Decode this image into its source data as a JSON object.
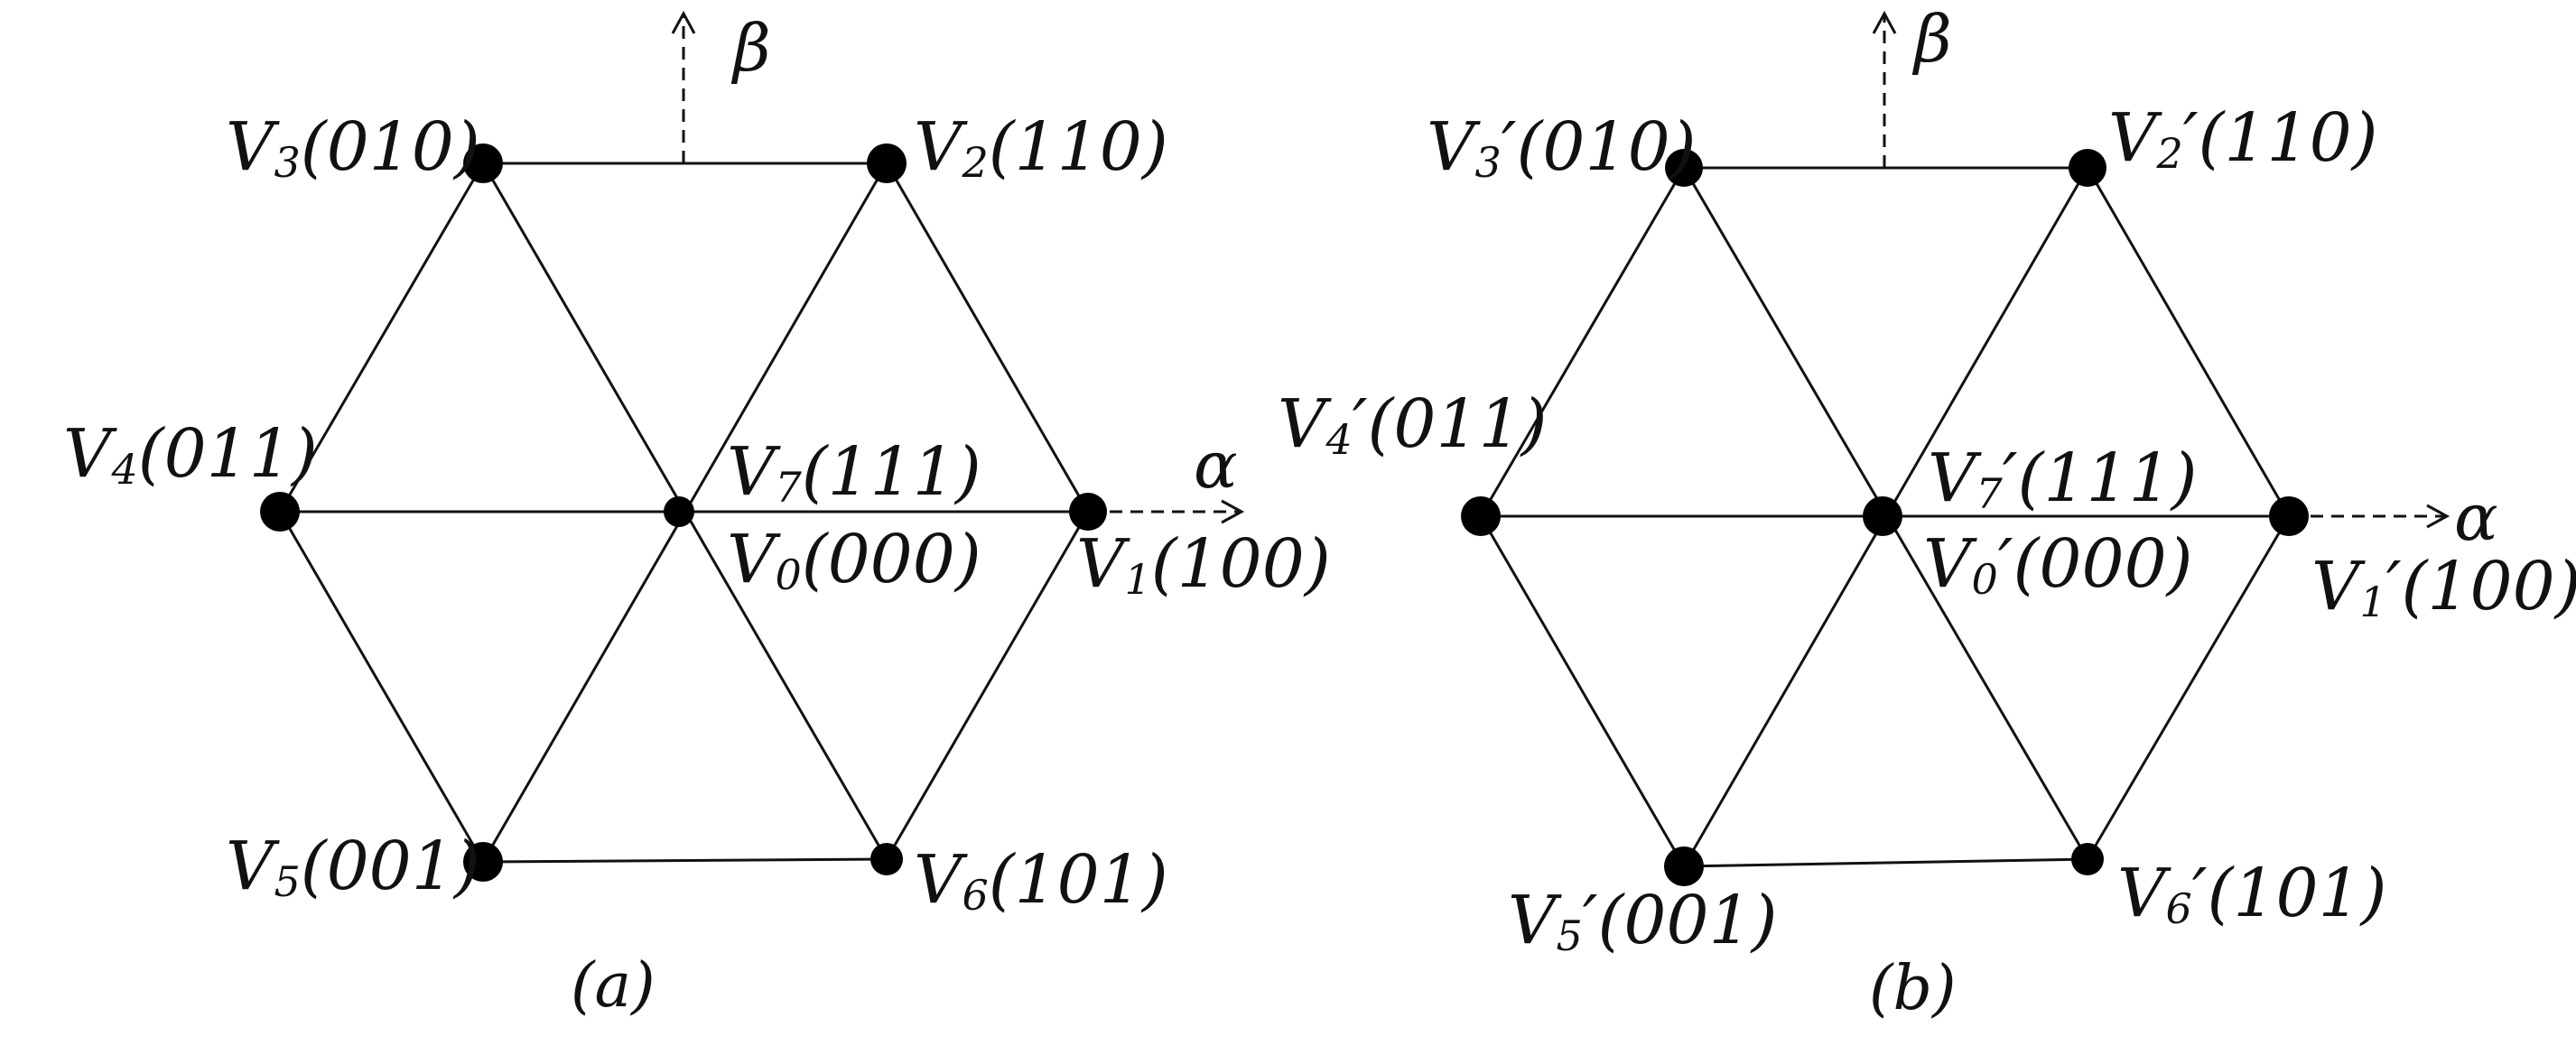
{
  "panels": [
    {
      "id": "a",
      "caption": "(a)",
      "axes": {
        "alpha": "α",
        "beta": "β"
      },
      "vectors": [
        {
          "name": "V",
          "sub": "1",
          "prime": "",
          "code": "(100)"
        },
        {
          "name": "V",
          "sub": "2",
          "prime": "",
          "code": "(110)"
        },
        {
          "name": "V",
          "sub": "3",
          "prime": "",
          "code": "(010)"
        },
        {
          "name": "V",
          "sub": "4",
          "prime": "",
          "code": "(011)"
        },
        {
          "name": "V",
          "sub": "5",
          "prime": "",
          "code": "(001)"
        },
        {
          "name": "V",
          "sub": "6",
          "prime": "",
          "code": "(101)"
        },
        {
          "name": "V",
          "sub": "7",
          "prime": "",
          "code": "(111)"
        },
        {
          "name": "V",
          "sub": "0",
          "prime": "",
          "code": "(000)"
        }
      ]
    },
    {
      "id": "b",
      "caption": "(b)",
      "axes": {
        "alpha": "α",
        "beta": "β"
      },
      "vectors": [
        {
          "name": "V",
          "sub": "1",
          "prime": "′",
          "code": "(100)"
        },
        {
          "name": "V",
          "sub": "2",
          "prime": "′",
          "code": "(110)"
        },
        {
          "name": "V",
          "sub": "3",
          "prime": "′",
          "code": "(010)"
        },
        {
          "name": "V",
          "sub": "4",
          "prime": "′",
          "code": "(011)"
        },
        {
          "name": "V",
          "sub": "5",
          "prime": "′",
          "code": "(001)"
        },
        {
          "name": "V",
          "sub": "6",
          "prime": "′",
          "code": "(101)"
        },
        {
          "name": "V",
          "sub": "7",
          "prime": "′",
          "code": "(111)"
        },
        {
          "name": "V",
          "sub": "0",
          "prime": "′",
          "code": "(000)"
        }
      ]
    }
  ]
}
